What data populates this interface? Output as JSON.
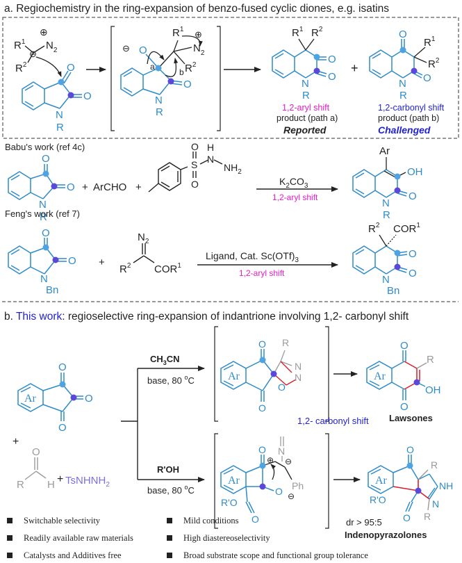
{
  "colors": {
    "bond": "#2e8bc9",
    "atom_red": "#d81e2c",
    "pink": "#e61cc8",
    "blue": "#1f1fd6",
    "text": "#222222",
    "grey": "#9a9a9a",
    "ball": "#4fa3e0",
    "ball_purple": "#5a49d8"
  },
  "section_a": {
    "title": "a. Regiochemistry in the ring-expansion of benzo-fused cyclic diones, e.g. isatins",
    "reagent": {
      "r1": "R",
      "sup1": "1",
      "n2": "N",
      "sub2": "2",
      "r2": "R",
      "sup2": "2",
      "plus": "⊕",
      "minus": "⊖"
    },
    "isatin": {
      "o1": "O",
      "o2": "O",
      "n": "N",
      "r": "R"
    },
    "intermediate": {
      "o": "O",
      "minus": "⊖",
      "r1": "R",
      "sup1": "1",
      "n2": "N",
      "sub2": "2",
      "plus": "⊕",
      "r2": "R",
      "sup2": "2",
      "a": "a",
      "b": "b",
      "o2": "O",
      "n": "N",
      "r": "R"
    },
    "product1": {
      "r1": "R",
      "sup1": "1",
      "r2": "R",
      "sup2": "2",
      "o1": "O",
      "o2": "O",
      "n": "N",
      "r": "R",
      "label1": "1,2-aryl shift",
      "label2": "product (path a)",
      "status": "Reported"
    },
    "plus": "+",
    "product2": {
      "o1": "O",
      "r1": "R",
      "sup1": "1",
      "r2": "R",
      "sup2": "2",
      "o2": "O",
      "n": "N",
      "r": "R",
      "label1": "1,2-carbonyl shift",
      "label2": "product (path b)",
      "status": "Challenged"
    }
  },
  "babu": {
    "title": "Babu's work (ref 4c)",
    "isatin": {
      "o1": "O",
      "o2": "O",
      "n": "N",
      "r": "R"
    },
    "plus1": "+",
    "archo": "ArCHO",
    "plus2": "+",
    "tosyl": {
      "s": "S",
      "o1": "O",
      "o2": "O",
      "n": "N",
      "h": "H",
      "nh2": "NH",
      "sub": "2"
    },
    "reagent": "K",
    "reagent_sub": "2",
    "reagent2": "CO",
    "reagent_sub2": "3",
    "shift": "1,2-aryl shift",
    "product": {
      "ar": "Ar",
      "oh": "OH",
      "o": "O",
      "n": "N",
      "r": "R"
    }
  },
  "feng": {
    "title": "Feng's work (ref 7)",
    "isatin": {
      "o1": "O",
      "o2": "O",
      "n": "N",
      "bn": "Bn"
    },
    "plus1": "+",
    "diazo": {
      "n2": "N",
      "sub": "2",
      "r2": "R",
      "sup2": "2",
      "cor": "COR",
      "sup1": "1"
    },
    "reagent": "Ligand, Cat. Sc(OTf)",
    "reagent_sub": "3",
    "shift": "1,2-aryl shift",
    "product": {
      "r2": "R",
      "sup2": "2",
      "cor": "COR",
      "sup1": "1",
      "o1": "O",
      "o2": "O",
      "n": "N",
      "bn": "Bn"
    }
  },
  "section_b": {
    "title_prefix": "b. ",
    "title_highlight": "This work",
    "title_rest": ": regioselective ring-expansion of indantrione involving 1,2- carbonyl shift",
    "trione": {
      "ar": "Ar",
      "o1": "O",
      "o2": "O",
      "o3": "O"
    },
    "plus": "+",
    "aldehyde": {
      "o": "O",
      "r": "R",
      "h": "H"
    },
    "plus2": "+",
    "hydrazide": "TsNHNH",
    "hydrazide_sub": "2",
    "upper": {
      "solvent": "CH",
      "sub3": "3",
      "cn": "CN",
      "cond": "base, 80 ",
      "deg": "o",
      "c": "C",
      "int": {
        "ar": "Ar",
        "o1": "O",
        "o2": "O",
        "o3": "O",
        "r": "R",
        "n1": "N",
        "n2": "N"
      },
      "product": {
        "ar": "Ar",
        "o1": "O",
        "o2": "O",
        "r": "R",
        "oh": "OH",
        "name": "Lawsones"
      },
      "shift": "1,2- carbonyl shift"
    },
    "lower": {
      "solvent": "R'OH",
      "cond": "base, 80 ",
      "deg": "o",
      "c": "C",
      "int": {
        "ar": "Ar",
        "o1": "O",
        "o2": "O",
        "ro": "R'O",
        "o3": "O",
        "n": "N",
        "plus": "⊕",
        "minus": "⊖",
        "ph": "Ph",
        "minus2": "⊖"
      },
      "product": {
        "ar": "Ar",
        "o1": "O",
        "r": "R",
        "nh": "NH",
        "ro": "R'O",
        "o2": "O",
        "n": "N",
        "r2": "R",
        "dr": "dr > 95:5",
        "name": "Indenopyrazolones"
      }
    },
    "features": [
      "Switchable selectivity",
      "Mild conditions",
      "Readily available raw materials",
      "High diastereoselectivity",
      "Catalysts and Additives free",
      "Broad substrate scope and functional group tolerance"
    ]
  }
}
